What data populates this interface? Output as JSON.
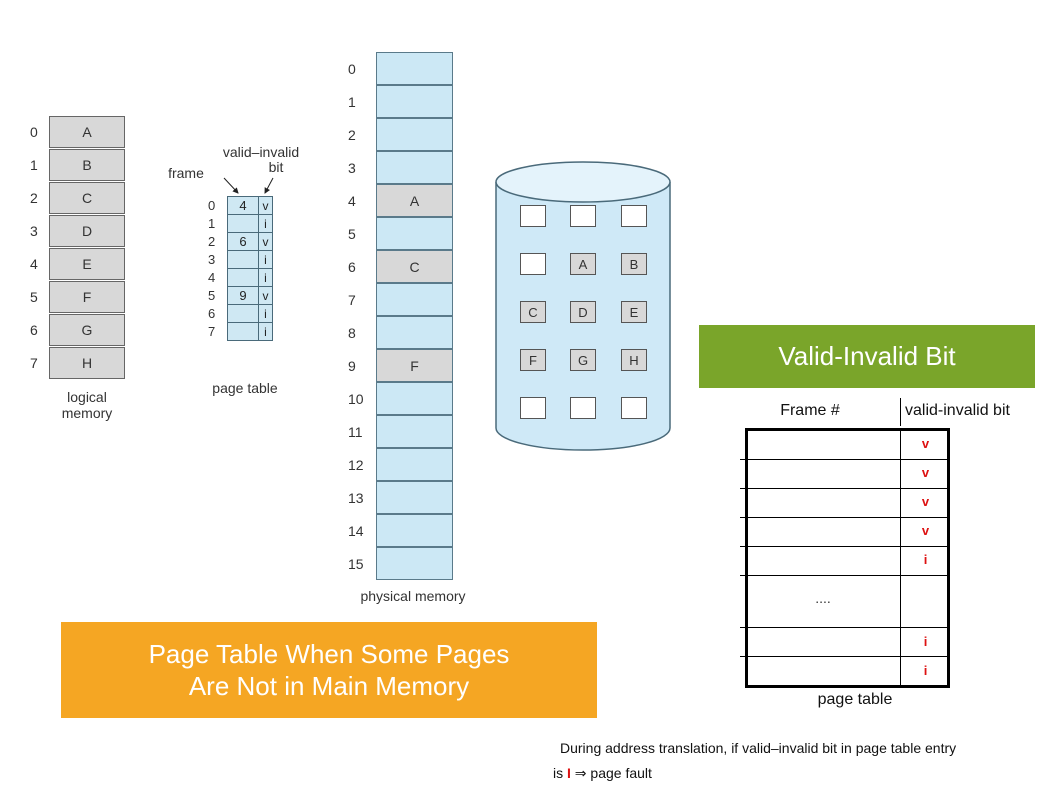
{
  "logical_memory": {
    "label_line1": "logical",
    "label_line2": "memory",
    "pages": [
      {
        "index": "0",
        "content": "A"
      },
      {
        "index": "1",
        "content": "B"
      },
      {
        "index": "2",
        "content": "C"
      },
      {
        "index": "3",
        "content": "D"
      },
      {
        "index": "4",
        "content": "E"
      },
      {
        "index": "5",
        "content": "F"
      },
      {
        "index": "6",
        "content": "G"
      },
      {
        "index": "7",
        "content": "H"
      }
    ]
  },
  "page_table_left": {
    "frame_label": "frame",
    "bit_label_line1": "valid–invalid",
    "bit_label_line2": "bit",
    "caption": "page table",
    "rows": [
      {
        "index": "0",
        "frame": "4",
        "bit": "v"
      },
      {
        "index": "1",
        "frame": "",
        "bit": "i"
      },
      {
        "index": "2",
        "frame": "6",
        "bit": "v"
      },
      {
        "index": "3",
        "frame": "",
        "bit": "i"
      },
      {
        "index": "4",
        "frame": "",
        "bit": "i"
      },
      {
        "index": "5",
        "frame": "9",
        "bit": "v"
      },
      {
        "index": "6",
        "frame": "",
        "bit": "i"
      },
      {
        "index": "7",
        "frame": "",
        "bit": "i"
      }
    ]
  },
  "physical_memory": {
    "caption": "physical memory",
    "frames": [
      {
        "index": "0",
        "content": ""
      },
      {
        "index": "1",
        "content": ""
      },
      {
        "index": "2",
        "content": ""
      },
      {
        "index": "3",
        "content": ""
      },
      {
        "index": "4",
        "content": "A"
      },
      {
        "index": "5",
        "content": ""
      },
      {
        "index": "6",
        "content": "C"
      },
      {
        "index": "7",
        "content": ""
      },
      {
        "index": "8",
        "content": ""
      },
      {
        "index": "9",
        "content": "F"
      },
      {
        "index": "10",
        "content": ""
      },
      {
        "index": "11",
        "content": ""
      },
      {
        "index": "12",
        "content": ""
      },
      {
        "index": "13",
        "content": ""
      },
      {
        "index": "14",
        "content": ""
      },
      {
        "index": "15",
        "content": ""
      }
    ]
  },
  "disk": {
    "rows": [
      [
        "",
        "",
        ""
      ],
      [
        "",
        "A",
        "B"
      ],
      [
        "C",
        "D",
        "E"
      ],
      [
        "F",
        "G",
        "H"
      ],
      [
        "",
        "",
        ""
      ]
    ]
  },
  "banner_left": {
    "line1": "Page Table When Some Pages",
    "line2": "Are Not in Main Memory",
    "color": "#f5a623"
  },
  "banner_right": {
    "text": "Valid-Invalid Bit",
    "color": "#7aa52a"
  },
  "page_table_right": {
    "col_frame": "Frame #",
    "col_bit": "valid-invalid bit",
    "ellipsis": "....",
    "caption": "page table",
    "bits_top": [
      "v",
      "v",
      "v",
      "v",
      "i"
    ],
    "bits_bottom": [
      "i",
      "i"
    ]
  },
  "footnote": {
    "line1": "During address translation, if valid–invalid bit in page table entry",
    "prefix": "is",
    "highlight": "I",
    "arrow": "⇒",
    "suffix": "page fault"
  }
}
